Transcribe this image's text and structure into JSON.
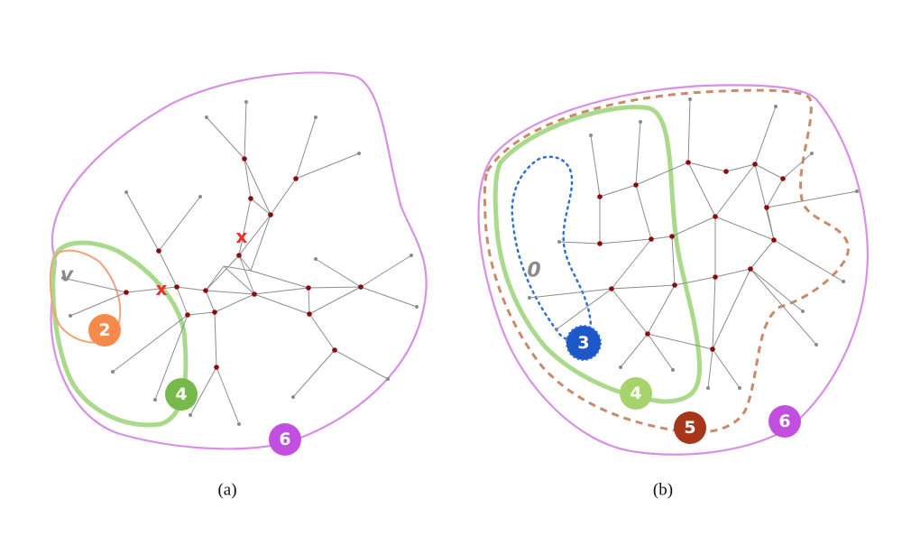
{
  "panel_a": {
    "caption": "(a)",
    "vertex_label": "v",
    "cut_marks": [
      "x",
      "x"
    ],
    "badges": [
      {
        "label": "2",
        "color": "#f58a4b"
      },
      {
        "label": "4",
        "color": "#77b84a"
      },
      {
        "label": "6",
        "color": "#c24fe0"
      }
    ]
  },
  "panel_b": {
    "caption": "(b)",
    "vertex_label": "0",
    "badges": [
      {
        "label": "3",
        "color": "#1e57c7"
      },
      {
        "label": "4",
        "color": "#a6d36b"
      },
      {
        "label": "5",
        "color": "#a8361a"
      },
      {
        "label": "6",
        "color": "#c24fe0"
      }
    ]
  },
  "colors": {
    "edge": "#8c8c8c",
    "leaf_edge": "#b5b5b5",
    "internal_node": "#8b0a0a",
    "leaf_node": "#8a8a8a",
    "region_6": "#d88fe6",
    "region_4": "#a9d98a",
    "region_2": "#f2a27a",
    "region_5": "#c98a6a",
    "region_3_path": "#2d6fd6"
  }
}
